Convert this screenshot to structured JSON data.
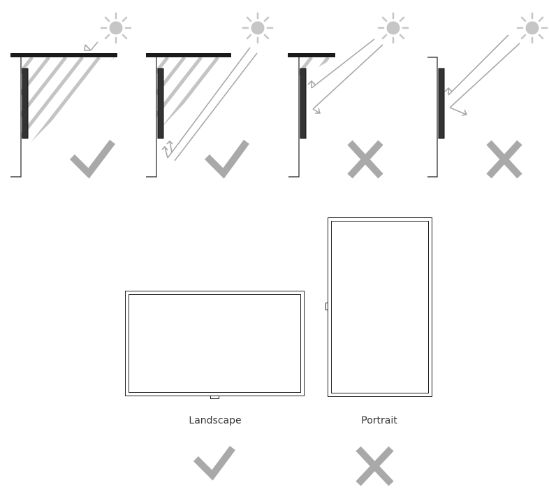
{
  "colors": {
    "line": "#222222",
    "bar": "#1a1a1a",
    "hatch": "#c4c4c4",
    "ray": "#a8a8a8",
    "sun": "#c6c6c6",
    "mark": "#a9a9a9"
  },
  "icons": {
    "sun": "sun-icon",
    "check": "check-icon",
    "cross": "cross-icon",
    "arrow": "arrow-icon"
  },
  "sunlight_scenarios": [
    {
      "id": "scenario-1",
      "verdict": "check"
    },
    {
      "id": "scenario-2",
      "verdict": "check"
    },
    {
      "id": "scenario-3",
      "verdict": "cross"
    },
    {
      "id": "scenario-4",
      "verdict": "cross"
    }
  ],
  "orientations": [
    {
      "id": "landscape",
      "label": "Landscape",
      "verdict": "check"
    },
    {
      "id": "portrait",
      "label": "Portrait",
      "verdict": "cross"
    }
  ]
}
